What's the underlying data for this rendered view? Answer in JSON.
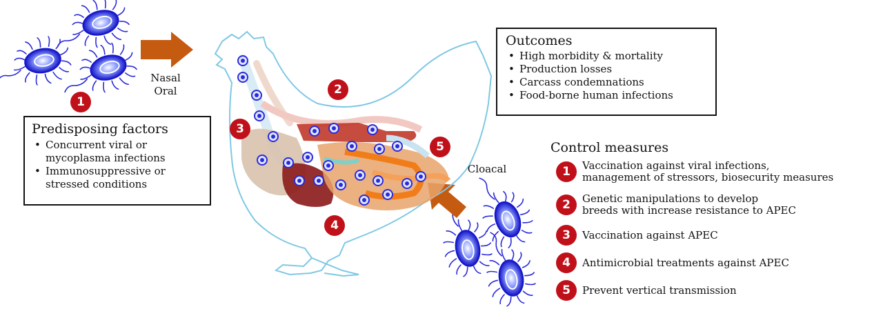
{
  "routes": {
    "nasal": "Nasal",
    "oral": "Oral",
    "cloacal": "Cloacal"
  },
  "predisposing": {
    "title": "Predisposing factors",
    "items": [
      "Concurrent viral or",
      "mycoplasma infections",
      "Immunosuppressive or",
      "stressed conditions"
    ]
  },
  "outcomes": {
    "title": "Outcomes",
    "items": [
      "High morbidity & mortality",
      "Production losses",
      "Carcass condemnations",
      "Food-borne human infections"
    ]
  },
  "control": {
    "title": "Control measures",
    "items": [
      {
        "num": "1",
        "line1": "Vaccination against viral infections,",
        "line2": "management of stressors, biosecurity measures"
      },
      {
        "num": "2",
        "line1": "Genetic manipulations to develop",
        "line2": "breeds with increase resistance to APEC"
      },
      {
        "num": "3",
        "line1": "Vaccination against APEC",
        "line2": ""
      },
      {
        "num": "4",
        "line1": "Antimicrobial treatments against APEC",
        "line2": ""
      },
      {
        "num": "5",
        "line1": "Prevent vertical transmission",
        "line2": ""
      }
    ]
  },
  "markers": {
    "m1": "1",
    "m2": "2",
    "m3": "3",
    "m4": "4",
    "m5": "5"
  },
  "colors": {
    "marker_red": "#c0101a",
    "arrow_orange": "#c55a11",
    "bacteria_blue": "#2a2ad8",
    "chicken_outline": "#7ec8e3"
  }
}
